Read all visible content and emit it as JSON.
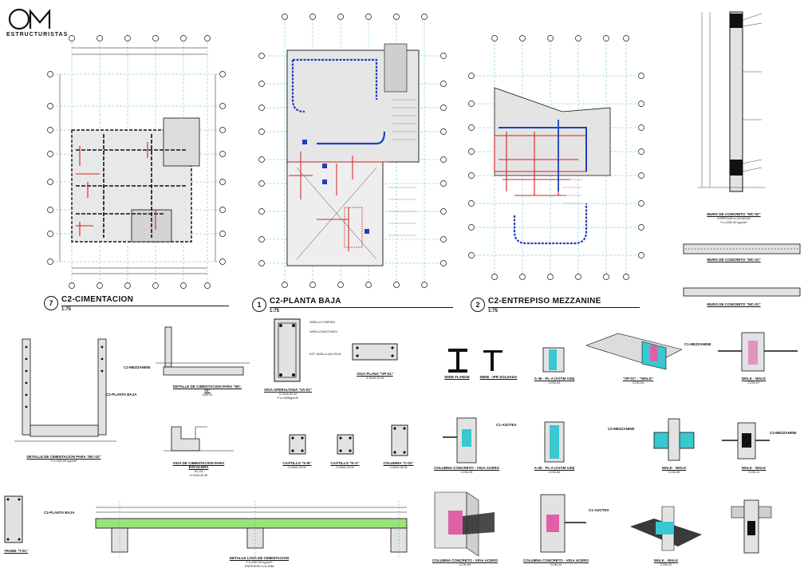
{
  "logo": {
    "text": "ESTRUCTURISTAS",
    "icon": "cm-logo-icon"
  },
  "plans": [
    {
      "id": "cimentacion",
      "number": "7",
      "name": "C2-CIMENTACION",
      "scale": "1:75"
    },
    {
      "id": "planta-baja",
      "number": "1",
      "name": "C2-PLANTA BAJA",
      "scale": "1:75"
    },
    {
      "id": "mezzanine",
      "number": "2",
      "name": "C2-ENTREPISO MEZZANINE",
      "scale": "1:75"
    }
  ],
  "levels": {
    "mezzanine": "C2-MEZZANINE",
    "planta_baja": "C2-PLANTA BAJA",
    "azotea": "C1-AZOTEA",
    "mezzanine_c1": "C1-MEZZANINE"
  },
  "details": {
    "muro_mc02": {
      "title": "MURO DE CONCRETO \"MC-02\"",
      "sub": "ESPESOR e=20.00CM",
      "fc": "F'c=250.00 kg/cm²"
    },
    "muro_mc01": {
      "title": "MURO DE CONCRETO \"MC-01\""
    },
    "muro_mc01b": {
      "title": "MURO DE CONCRETO \"MC-01\""
    },
    "cim_mc": {
      "title": "DETALLE DE CIMENTACION PARA \"MC-01\"",
      "sub": "CIM-01"
    },
    "cim_mc02": {
      "title": "DETALLE DE CIMENTACION PARA \"MC-02\"",
      "fc": "F'c=250.00 kg/cm²"
    },
    "viga_aperaltada": {
      "title": "VIGA APERALTADA \"VA-01\"",
      "sub": "0.20x0.60 M",
      "fc": "F'c=250kg/cm²"
    },
    "viga_plana": {
      "title": "VIGA PLANA \"VP-01\"",
      "sub": "0.20x0.15 M"
    },
    "wide_flange": {
      "title": "WIDE FLANGE"
    },
    "ipr": {
      "title": "WIDE · IPR SOLDADA"
    },
    "placa": {
      "title": "A-36 · PL-A (ASTM A36)",
      "sub": "CON-03"
    },
    "vp01_iso": {
      "title": "\"VP-01\" · \"WALK\"",
      "sub": "CON-04"
    },
    "viga_escalera": {
      "title": "VIGA DE CIMENTACION PARA ESCALERA",
      "sub": "VC-01",
      "size": "0.20x0.40 M"
    },
    "castillo_b": {
      "title": "CASTILLO \"K-B\"",
      "sub": "0.20x0.20 M"
    },
    "castillo_ka": {
      "title": "CASTILLO \"K-A\"",
      "sub": "0.20x0.20 M"
    },
    "columna_c01": {
      "title": "COLUMNA \"C-01\"",
      "sub": "0.20x0.40 M"
    },
    "col_viga": {
      "title": "COLUMNA CONCRETO - VIGA ACERO",
      "sub": "CON-05"
    },
    "placa2": {
      "title": "A-36 · PL-A (ASTM A36)",
      "sub": "CON-06"
    },
    "walk1": {
      "title": "WALK · WALK",
      "sub": "CON-07"
    },
    "walk2": {
      "title": "WALK · WALK",
      "sub": "CON-08"
    },
    "losa_cim": {
      "title": "DETALLE LOSA DE CIMENTACION",
      "fc": "F'c=250.00 kg/cm²",
      "sub": "ESPESOR e=0.20M"
    },
    "tirante": {
      "title": "TRABE \"T-01\""
    },
    "col_viga2": {
      "title": "COLUMNA CONCRETO - VIGA ACERO",
      "sub": "CON-09"
    },
    "col_viga3": {
      "title": "COLUMNA CONCRETO - VIGA ACERO",
      "sub": "CON-10"
    },
    "walk3": {
      "title": "WALK · WALK",
      "sub": "CON-11"
    },
    "walk4": {
      "title": "WALK · WALK",
      "sub": "CON-12"
    }
  },
  "rebar": {
    "varilla_corr": "VARILLA CORRIDA",
    "bastones": "VARILLA BASTONES",
    "estribo": "EST VARILLA @0.20CM"
  },
  "colors": {
    "line": "#111111",
    "grid": "#2fa8c8",
    "rebar_red": "#d22020",
    "steel_blue": "#1f3fc0",
    "cyan_fill": "#38c8d0",
    "magenta_fill": "#e060a8",
    "green_fill": "#9be27a"
  }
}
